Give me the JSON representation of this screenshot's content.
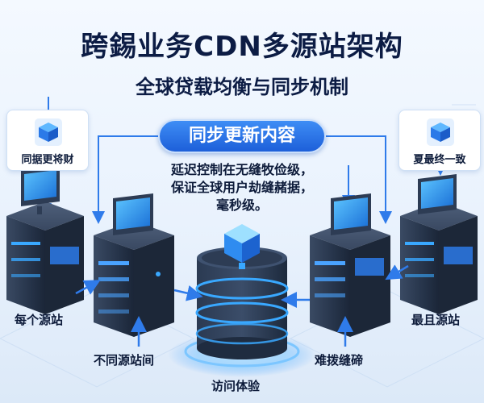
{
  "title": "跨錫业务CDN多源站架构",
  "subtitle": "全球贷载均衡与同步机制",
  "center_pill": "同步更新内容",
  "center_note": [
    "延迟控制在无缝牧俭级，",
    "保证全球用户劫缝赭据，",
    "毫秒级。"
  ],
  "left_card": {
    "caption": "同据更将财",
    "icon": "blue-cube-icon"
  },
  "right_card": {
    "caption": "夏最终一致",
    "icon": "blue-cube-icon"
  },
  "labels": {
    "left_mid": "每个源站",
    "left_bottom": "不同源站间",
    "right_mid": "最且源站",
    "right_bottom": "难拨缝碲",
    "center_bottom": "访问体验"
  },
  "colors": {
    "accent_blue": "#2f7bea",
    "server_dark": "#2b3a52",
    "glow_blue": "#39a8ff",
    "title_navy": "#0c1c44"
  }
}
